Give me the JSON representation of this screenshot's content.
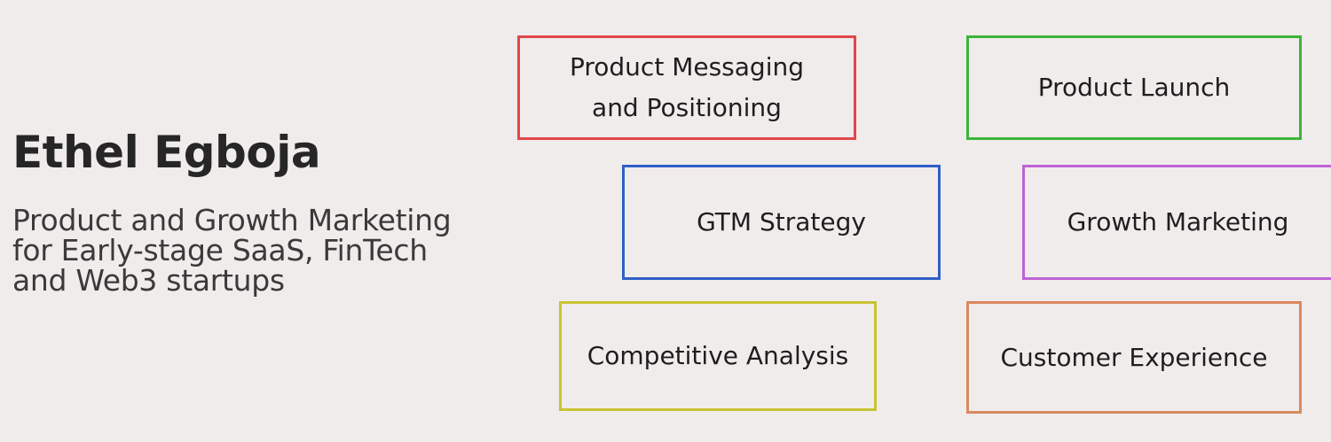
{
  "profile": {
    "name": "Ethel Egboja",
    "tagline_lines": [
      "Product and Growth Marketing",
      "for Early-stage SaaS, FinTech",
      "and Web3 startups"
    ]
  },
  "services": {
    "messaging": {
      "lines": [
        "Product Messaging",
        "and Positioning"
      ],
      "border_color": "#e2474a"
    },
    "launch": {
      "label": "Product Launch",
      "border_color": "#3cb43a"
    },
    "gtm": {
      "label": "GTM Strategy",
      "border_color": "#2f5fc8"
    },
    "growth": {
      "label": "Growth Marketing",
      "border_color": "#bf62d6"
    },
    "competitive": {
      "label": "Competitive Analysis",
      "border_color": "#c7c433"
    },
    "customer": {
      "label": "Customer Experience",
      "border_color": "#d98a5e"
    }
  }
}
